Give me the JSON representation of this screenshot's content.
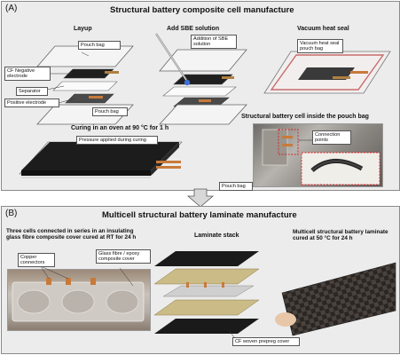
{
  "panel_a": {
    "tag": "(A)",
    "title": "Structural battery composite cell manufacture",
    "layup": {
      "title": "Layup",
      "pouch_bag_top": "Pouch bag",
      "cf_negative": "CF Negative electrode",
      "separator": "Separator",
      "positive": "Positive electrode",
      "pouch_bag_bottom": "Pouch bag"
    },
    "add_sbe": {
      "title": "Add SBE solution",
      "label": "Addition of SBE solution"
    },
    "vacuum": {
      "title": "Vacuum heat seal",
      "label": "Vacuum heat seal pouch bag"
    },
    "curing": {
      "title": "Curing in an oven at 90 °C for 1 h",
      "label": "Pressure applied during curing"
    },
    "cell_inside": {
      "title": "Structural battery cell inside the pouch bag",
      "connection": "Connection points",
      "pouch_bag": "Pouch bag"
    }
  },
  "panel_b": {
    "tag": "(B)",
    "title": "Multicell structural battery laminate manufacture",
    "three_cells": {
      "title": "Three cells connected in series in an insulating glass fibre composite cover cured at RT for 24 h",
      "copper": "Copper connectors",
      "glass": "Glass fibre / epoxy composite cover"
    },
    "laminate": {
      "title": "Laminate stack",
      "cf_cover": "CF woven prepreg cover"
    },
    "multicell": {
      "title": "Multicell structural battery laminate cured at 50 °C for 24 h"
    }
  },
  "colors": {
    "panel_bg": "#ececec",
    "copper": "#c87a3a",
    "dark_layer": "#1c1c1c",
    "glass_cover": "#c9b98a",
    "arrow": "#d8d8d8"
  }
}
